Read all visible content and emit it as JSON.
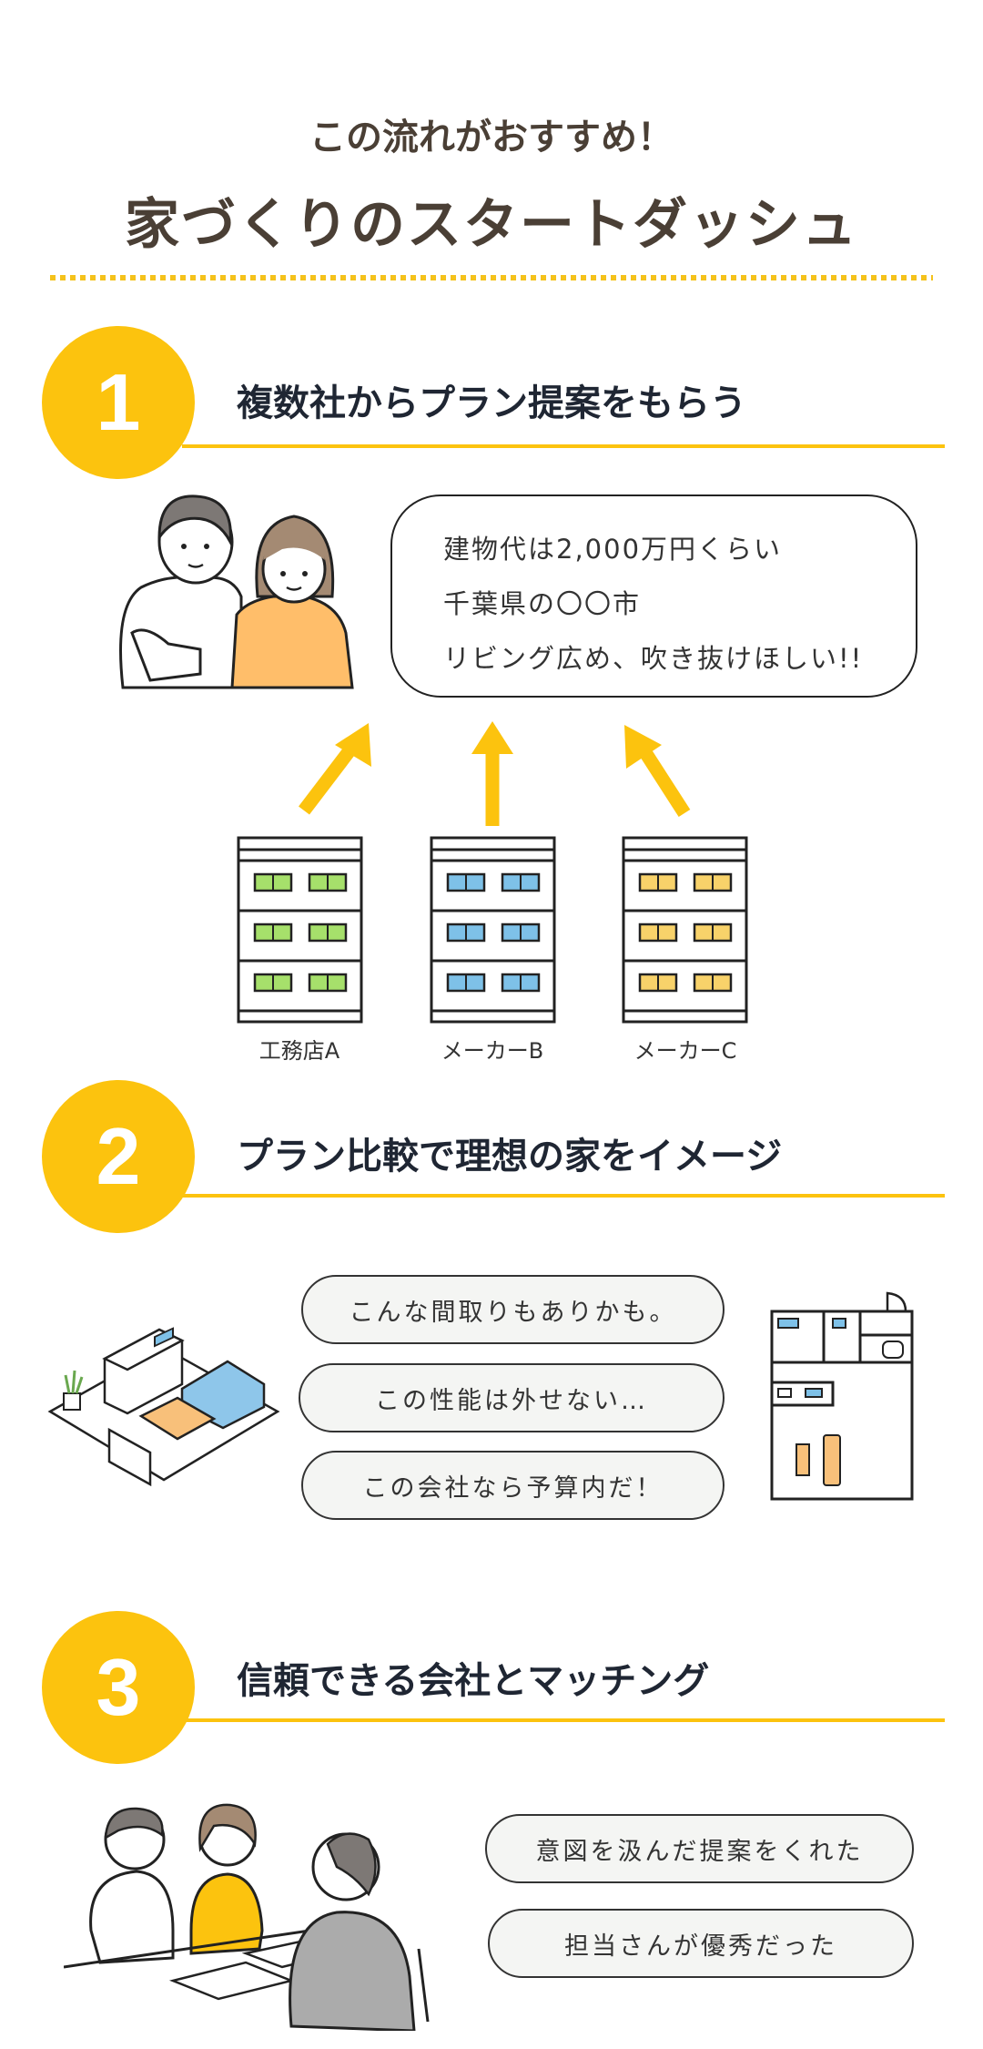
{
  "header": {
    "subtitle": "この流れがおすすめ！",
    "title": "家づくりのスタートダッシュ"
  },
  "colors": {
    "accent": "#fcc30e",
    "text": "#4a3f35",
    "heading": "#1f2633"
  },
  "steps": [
    {
      "number": "1",
      "title": "複数社からプラン提案をもらう",
      "request_lines": [
        "建物代は2,000万円くらい",
        "千葉県の〇〇市",
        "リビング広め、吹き抜けほしい!!"
      ],
      "companies": [
        {
          "label": "工務店A",
          "window_color": "#a6e06b"
        },
        {
          "label": "メーカーB",
          "window_color": "#7ec1e8"
        },
        {
          "label": "メーカーC",
          "window_color": "#f8d26a"
        }
      ]
    },
    {
      "number": "2",
      "title": "プラン比較で理想の家をイメージ",
      "comments": [
        "こんな間取りもありかも。",
        "この性能は外せない…",
        "この会社なら予算内だ！"
      ]
    },
    {
      "number": "3",
      "title": "信頼できる会社とマッチング",
      "comments": [
        "意図を汲んだ提案をくれた",
        "担当さんが優秀だった"
      ]
    }
  ]
}
